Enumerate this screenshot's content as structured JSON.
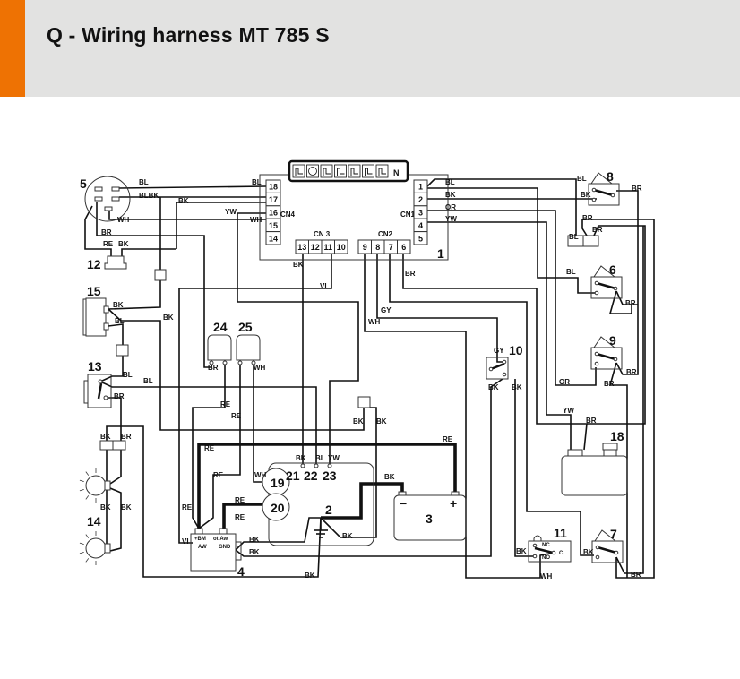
{
  "header": {
    "title": "Q - Wiring harness MT 785 S"
  },
  "colors": {
    "accent": "#ee7203",
    "header_bg": "#e2e2e1",
    "wire": "#111111"
  },
  "components": {
    "display": "1",
    "ground": "2",
    "battery": "3",
    "regulator": "4",
    "ignition_switch": "5",
    "switch_6": "6",
    "switch_7": "7",
    "switch_8": "8",
    "switch_9": "9",
    "switch_10": "10",
    "microswitch_11": "11",
    "relay_12": "12",
    "switch_13": "13",
    "lamps_14": "14",
    "hour_meter_15": "15",
    "fuel_sender_18": "18",
    "plug_19": "19",
    "plug_20": "20",
    "pin_21": "21",
    "pin_22": "22",
    "pin_23": "23",
    "connector_24": "24",
    "connector_25": "25"
  },
  "connectors": {
    "cn1": "CN1",
    "cn2": "CN2",
    "cn3": "CN 3",
    "cn4": "CN4",
    "cn4_pins": [
      "18",
      "17",
      "16",
      "15",
      "14"
    ],
    "cn1_pins": [
      "1",
      "2",
      "3",
      "4",
      "5"
    ],
    "cn3_pins": [
      "13",
      "12",
      "11",
      "10"
    ],
    "cn2_pins": [
      "9",
      "8",
      "7",
      "6"
    ]
  },
  "display_icons": [
    "seat-parking-icon",
    "parking-brake-icon",
    "seat-icon",
    "fuel-icon",
    "oil-can-icon",
    "grass-bag-icon",
    "grass-bag-full-icon",
    "neutral-icon"
  ],
  "display_neutral": "N",
  "regulator_terms": {
    "bm": "+BM",
    "aw": "AW",
    "otaw": "ot.Aw",
    "gnd": "GND"
  },
  "microswitch_terms": {
    "nc": "NC",
    "no": "NO",
    "c": "C"
  },
  "battery_terms": {
    "minus": "−",
    "plus": "+"
  },
  "wire_labels": [
    "BL",
    "BLBK",
    "BK",
    "WH",
    "BR",
    "RE",
    "BK",
    "BL",
    "YW",
    "WH",
    "BK",
    "VI",
    "BL",
    "BK",
    "OR",
    "YW",
    "BR",
    "GY",
    "WH",
    "BL",
    "BK",
    "BR",
    "BR",
    "BR",
    "BL",
    "BL",
    "BR",
    "BR",
    "OR",
    "BR",
    "GY",
    "BK",
    "BK",
    "BK",
    "BK",
    "BL",
    "BL",
    "BL",
    "BR",
    "BK",
    "BR",
    "BK",
    "BK",
    "RE",
    "RE",
    "BR",
    "WH",
    "BK",
    "BK",
    "RE",
    "RE",
    "RE",
    "RE",
    "RE",
    "WH",
    "BK",
    "BL",
    "YW",
    "BK",
    "BK",
    "BK",
    "VI",
    "BK",
    "BK",
    "YW",
    "BR",
    "BK",
    "WH",
    "BK",
    "BR",
    "RE"
  ]
}
